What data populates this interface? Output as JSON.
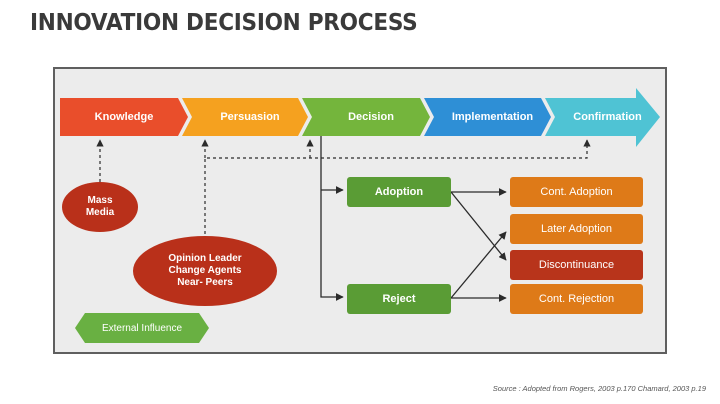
{
  "title": "INNOVATION DECISION PROCESS",
  "stages": [
    {
      "label": "Knowledge",
      "color": "#e94e2b"
    },
    {
      "label": "Persuasion",
      "color": "#f5a11f"
    },
    {
      "label": "Decision",
      "color": "#74b53c"
    },
    {
      "label": "Implementation",
      "color": "#2e8fd6"
    },
    {
      "label": "Confirmation",
      "color": "#4fc3d4"
    }
  ],
  "influences": {
    "mass_media": "Mass\nMedia",
    "opinion_leader": "Opinion Leader\nChange Agents\nNear- Peers",
    "external": "External Influence"
  },
  "decisions": {
    "adoption": "Adoption",
    "reject": "Reject"
  },
  "outcomes": [
    {
      "label": "Cont. Adoption",
      "color": "#de7a18"
    },
    {
      "label": "Later Adoption",
      "color": "#de7a18"
    },
    {
      "label": "Discontinuance",
      "color": "#b8341b"
    },
    {
      "label": "Cont. Rejection",
      "color": "#de7a18"
    }
  ],
  "colors": {
    "decision_box": "#5a9c35",
    "ellipse": "#b9301a",
    "external_hex": "#69b042",
    "panel_bg": "#ececec"
  },
  "source": "Source : Adopted from Rogers, 2003 p.170 Chamard, 2003 p.19"
}
